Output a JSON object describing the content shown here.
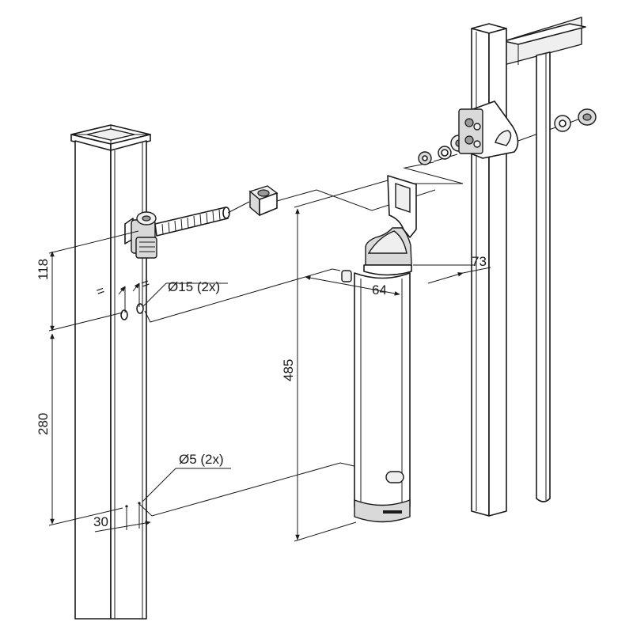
{
  "dimensions": {
    "d118": "118",
    "d280": "280",
    "d485": "485",
    "d30": "30",
    "d64": "64",
    "d73": "73",
    "hole15": "Ø15 (2x)",
    "hole5": "Ø5 (2x)",
    "eq1": "=",
    "eq2": "="
  }
}
